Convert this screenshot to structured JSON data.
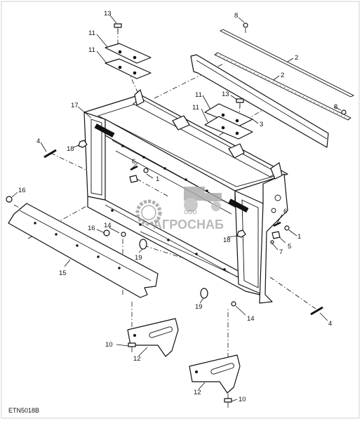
{
  "diagram": {
    "reference_code": "ETN5018B",
    "watermark": {
      "small_text": "ООО",
      "brand_text": "АГРОСНАБ"
    },
    "callouts": [
      {
        "id": "c13a",
        "label": "13"
      },
      {
        "id": "c11a",
        "label": "11"
      },
      {
        "id": "c11b",
        "label": "11"
      },
      {
        "id": "c8a",
        "label": "8"
      },
      {
        "id": "c2a",
        "label": "2"
      },
      {
        "id": "c2b",
        "label": "2"
      },
      {
        "id": "c8b",
        "label": "8"
      },
      {
        "id": "c3",
        "label": "3"
      },
      {
        "id": "c11c",
        "label": "11"
      },
      {
        "id": "c13b",
        "label": "13"
      },
      {
        "id": "c11d",
        "label": "11"
      },
      {
        "id": "c17",
        "label": "17"
      },
      {
        "id": "c4a",
        "label": "4"
      },
      {
        "id": "c18a",
        "label": "18"
      },
      {
        "id": "c6a",
        "label": "6"
      },
      {
        "id": "c1a",
        "label": "1"
      },
      {
        "id": "c16a",
        "label": "16"
      },
      {
        "id": "c6b",
        "label": "6"
      },
      {
        "id": "c5",
        "label": "5"
      },
      {
        "id": "c1b",
        "label": "1"
      },
      {
        "id": "c16b",
        "label": "16"
      },
      {
        "id": "c14a",
        "label": "14"
      },
      {
        "id": "c18b",
        "label": "18"
      },
      {
        "id": "c7",
        "label": "7"
      },
      {
        "id": "c15",
        "label": "15"
      },
      {
        "id": "c19a",
        "label": "19"
      },
      {
        "id": "c19b",
        "label": "19"
      },
      {
        "id": "c14b",
        "label": "14"
      },
      {
        "id": "c4b",
        "label": "4"
      },
      {
        "id": "c10a",
        "label": "10"
      },
      {
        "id": "c12a",
        "label": "12"
      },
      {
        "id": "c12b",
        "label": "12"
      },
      {
        "id": "c10b",
        "label": "10"
      }
    ]
  }
}
